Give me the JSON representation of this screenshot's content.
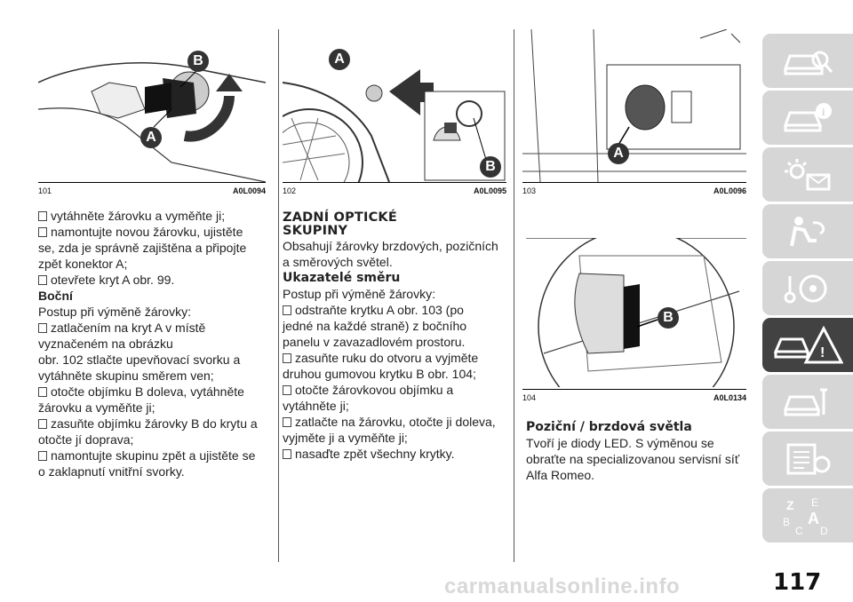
{
  "figures": [
    {
      "num": "101",
      "code": "A0L0094",
      "labels": [
        "B",
        "A"
      ]
    },
    {
      "num": "102",
      "code": "A0L0095",
      "labels": [
        "A",
        "B"
      ]
    },
    {
      "num": "103",
      "code": "A0L0096",
      "labels": [
        "A"
      ]
    },
    {
      "num": "104",
      "code": "A0L0134",
      "labels": [
        "B"
      ]
    }
  ],
  "col1": {
    "items_top": [
      "vytáhněte žárovku a vyměňte ji;",
      "namontujte novou žárovku, ujistěte",
      "se, zda je správně zajištěna a připojte",
      "zpět konektor A;",
      "otevřete kryt A obr. 99."
    ],
    "heading": "Boční",
    "intro": "Postup při výměně žárovky:",
    "lines": [
      "zatlačením na kryt A v místě",
      "vyznačeném na obrázku",
      "obr. 102 stlačte upevňovací svorku a",
      "vytáhněte skupinu směrem ven;",
      "otočte objímku B doleva, vytáhněte",
      "žárovku a vyměňte ji;",
      "zasuňte objímku žárovky B do krytu a",
      "otočte jí doprava;",
      "namontujte skupinu zpět a ujistěte se",
      "o zaklapnutí vnitřní svorky."
    ]
  },
  "col2": {
    "heading_line1": "ZADNÍ OPTICKÉ",
    "heading_line2": "SKUPINY",
    "intro": [
      "Obsahují žárovky brzdových, pozičních",
      "a směrových světel."
    ],
    "subheading": "Ukazatelé směru",
    "procedure": "Postup při výměně žárovky:",
    "lines": [
      "odstraňte krytku A obr. 103 (po",
      "jedné na každé straně) z bočního",
      "panelu v zavazadlovém prostoru.",
      "zasuňte ruku do otvoru a vyjměte",
      "druhou gumovou krytku B obr. 104;",
      "otočte žárovkovou objímku a",
      "vytáhněte ji;",
      "zatlačte na žárovku, otočte ji doleva,",
      "vyjměte ji a vyměňte ji;",
      "nasaďte zpět všechny krytky."
    ]
  },
  "col3": {
    "subheading": "Poziční / brzdová světla",
    "lines": [
      "Tvoří je diody LED. S výměnou se",
      "obraťte na specializovanou servisní síť",
      "Alfa Romeo."
    ]
  },
  "page_number": "117",
  "watermark": "carmanualsonline.info",
  "side_tabs": [
    {
      "icon": "car-search-icon",
      "active": false
    },
    {
      "icon": "car-info-icon",
      "active": false
    },
    {
      "icon": "warning-lights-icon",
      "active": false
    },
    {
      "icon": "airbag-seat-icon",
      "active": false
    },
    {
      "icon": "steering-key-icon",
      "active": false
    },
    {
      "icon": "car-emergency-icon",
      "active": true
    },
    {
      "icon": "car-maintenance-icon",
      "active": false
    },
    {
      "icon": "technical-data-icon",
      "active": false
    },
    {
      "icon": "index-icon",
      "active": false
    }
  ],
  "colors": {
    "accent_dark": "#424242",
    "tab_light": "#d6d6d6"
  }
}
